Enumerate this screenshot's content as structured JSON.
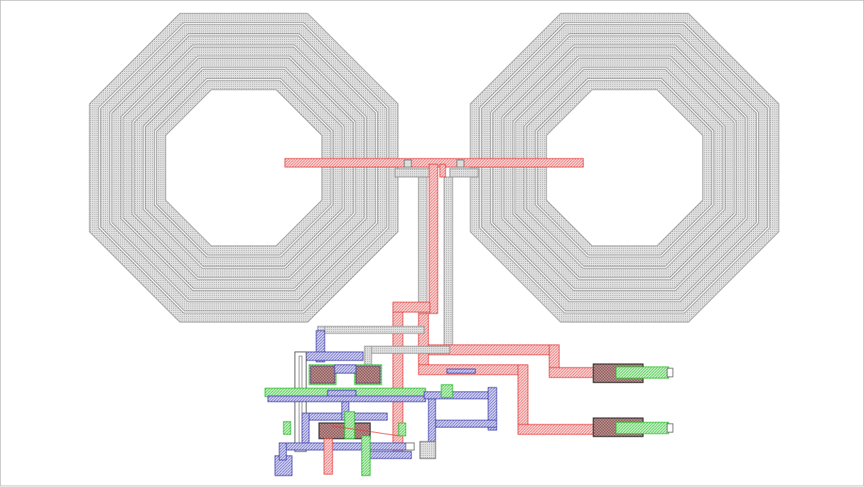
{
  "layout_view": {
    "layers": {
      "inductor_metal": {
        "color": "#9a9a9a",
        "fill": "#e2e2e2"
      },
      "poly_red": {
        "color": "#e23a3a",
        "fill": "#f7c4c4"
      },
      "metal_blue": {
        "color": "#3a3aa8",
        "fill": "#c8c8ee"
      },
      "active_green": {
        "color": "#22b822",
        "fill": "#bff0bf"
      },
      "device_dark": {
        "color": "#3a3a3a",
        "fill": "#b07e7e"
      }
    },
    "inductors": [
      {
        "name": "left-inductor",
        "turns": 7
      },
      {
        "name": "right-inductor",
        "turns": 7
      }
    ],
    "output_pads": [
      {
        "name": "output-pad-upper"
      },
      {
        "name": "output-pad-lower"
      }
    ]
  }
}
